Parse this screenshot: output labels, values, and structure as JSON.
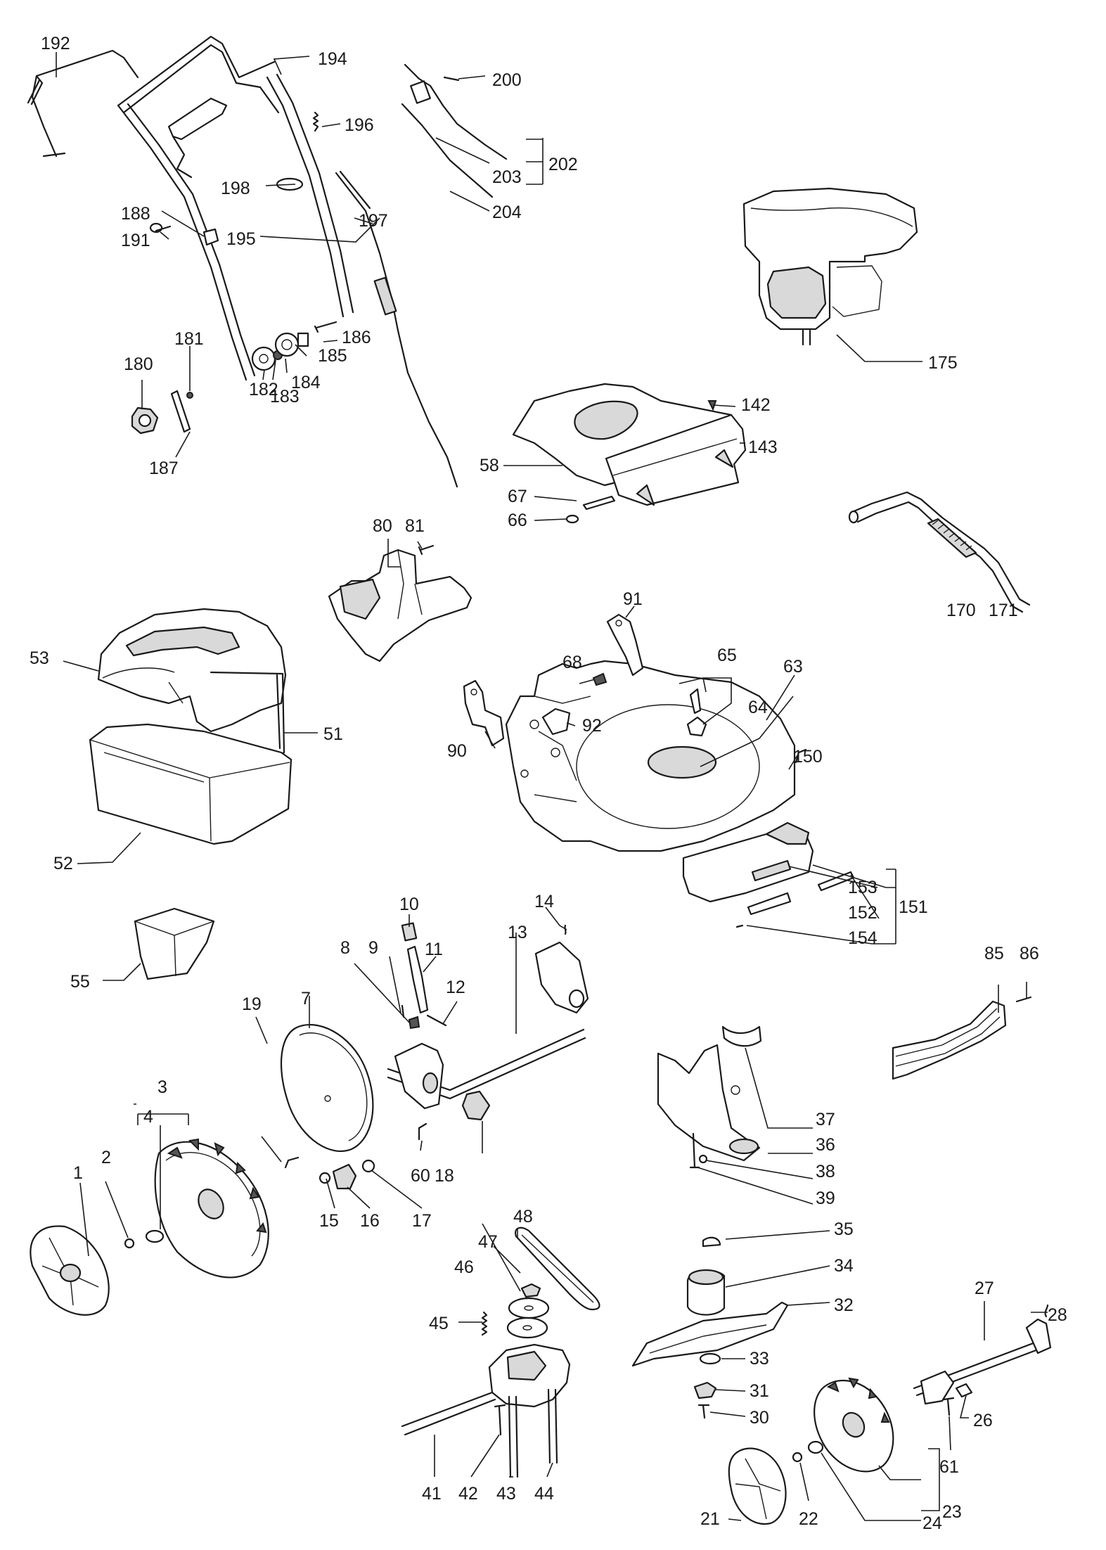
{
  "callouts": {
    "c1": "1",
    "c2": "2",
    "c3": "3",
    "c4": "4",
    "c7": "7",
    "c8": "8",
    "c9": "9",
    "c10": "10",
    "c11": "11",
    "c12": "12",
    "c13": "13",
    "c14": "14",
    "c15": "15",
    "c16": "16",
    "c17": "17",
    "c18": "18",
    "c19": "19",
    "c21": "21",
    "c22": "22",
    "c23": "23",
    "c24": "24",
    "c26": "26",
    "c27": "27",
    "c28": "28",
    "c30": "30",
    "c31": "31",
    "c32": "32",
    "c33": "33",
    "c34": "34",
    "c35": "35",
    "c36": "36",
    "c37": "37",
    "c38": "38",
    "c39": "39",
    "c41": "41",
    "c42": "42",
    "c43": "43",
    "c44": "44",
    "c45": "45",
    "c46": "46",
    "c47": "47",
    "c48": "48",
    "c51": "51",
    "c52": "52",
    "c53": "53",
    "c55": "55",
    "c58": "58",
    "c60": "60",
    "c61": "61",
    "c63": "63",
    "c64": "64",
    "c65": "65",
    "c66": "66",
    "c67": "67",
    "c68": "68",
    "c80": "80",
    "c81": "81",
    "c85": "85",
    "c86": "86",
    "c90": "90",
    "c91": "91",
    "c92": "92",
    "c142": "142",
    "c143": "143",
    "c150": "150",
    "c151": "151",
    "c152": "152",
    "c153": "153",
    "c154": "154",
    "c170": "170",
    "c171": "171",
    "c175": "175",
    "c180": "180",
    "c181": "181",
    "c182": "182",
    "c183": "183",
    "c184": "184",
    "c185": "185",
    "c186": "186",
    "c187": "187",
    "c188": "188",
    "c191": "191",
    "c192": "192",
    "c194": "194",
    "c195": "195",
    "c196": "196",
    "c197": "197",
    "c198": "198",
    "c200": "200",
    "c202": "202",
    "c203": "203",
    "c204": "204"
  }
}
